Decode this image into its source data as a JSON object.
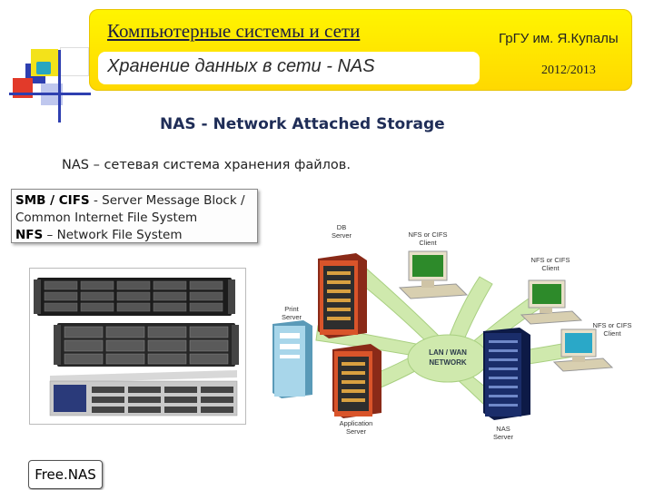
{
  "header": {
    "title": "Компьютерные системы и сети",
    "subtitle": "Хранение данных в сети - NAS",
    "org": "ГрГУ им. Я.Купалы",
    "year": "2012/2013"
  },
  "main": {
    "heading": "NAS - Network Attached Storage",
    "description": "NAS – сетевая система хранения файлов.",
    "protocols": [
      {
        "abbr": "SMB / CIFS",
        "sep": " - ",
        "desc": "Server Message Block / Common Internet File System"
      },
      {
        "abbr": "NFS",
        "sep": " – ",
        "desc": "Network File System"
      }
    ],
    "freenas_label": "Free.NAS"
  },
  "diagram": {
    "center_label": [
      "LAN / WAN",
      "NETWORK"
    ],
    "nodes": [
      {
        "label": [
          "DB",
          "Server"
        ]
      },
      {
        "label": [
          "NFS or CIFS",
          "Client"
        ]
      },
      {
        "label": [
          "NFS or CIFS",
          "Client"
        ]
      },
      {
        "label": [
          "NFS or CIFS",
          "Client"
        ]
      },
      {
        "label": [
          "Print",
          "Server"
        ]
      },
      {
        "label": [
          "Application",
          "Server"
        ]
      },
      {
        "label": [
          "NAS",
          "Server"
        ]
      }
    ]
  },
  "colors": {
    "header_yellow": "#ffe400",
    "network_green": "#cde8a8",
    "server_orange": "#d9542a",
    "nas_blue": "#1a2d6a"
  }
}
